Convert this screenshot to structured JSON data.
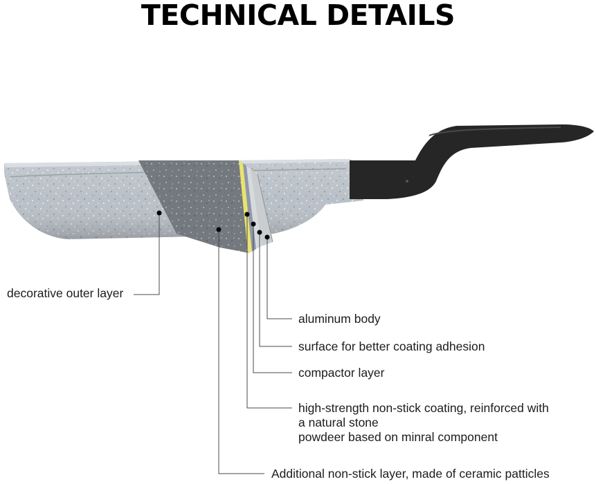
{
  "title": "TECHNICAL DETAILS",
  "colors": {
    "pan_stone": "#b8bfc6",
    "pan_stone_dark": "#8f969c",
    "handle": "#262626",
    "leader_line": "#4a4a4a",
    "text": "#1c1c1c"
  },
  "layers": [
    {
      "id": "outer",
      "label_lines": [
        "decorative outer layer"
      ]
    },
    {
      "id": "aluminum",
      "label_lines": [
        "aluminum body"
      ]
    },
    {
      "id": "adhesion",
      "label_lines": [
        "surface for better coating adhesion"
      ]
    },
    {
      "id": "compactor",
      "label_lines": [
        "compactor layer"
      ]
    },
    {
      "id": "nonstick",
      "label_lines": [
        "high-strength non-stick coating, reinforced with",
        "a natural stone",
        "powdeer based on minral component"
      ]
    },
    {
      "id": "ceramic",
      "label_lines": [
        "Additional non-stick layer, made of ceramic patticles"
      ]
    }
  ]
}
